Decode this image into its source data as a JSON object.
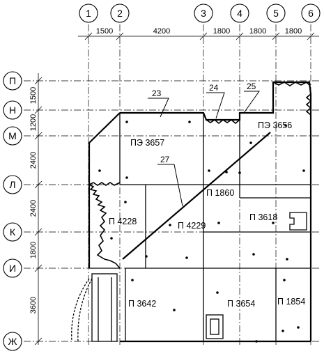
{
  "axes": {
    "columns": [
      "1",
      "2",
      "3",
      "4",
      "5",
      "6"
    ],
    "rows": [
      "П",
      "Н",
      "М",
      "Л",
      "К",
      "И",
      "Ж"
    ]
  },
  "dimensions": {
    "horizontal": [
      "1500",
      "4200",
      "1800",
      "1800",
      "1800"
    ],
    "vertical": [
      "1500",
      "1200",
      "2400",
      "2400",
      "1800",
      "3600"
    ]
  },
  "rooms": [
    {
      "id": "r1",
      "label": "ПЭ 3657"
    },
    {
      "id": "r2",
      "label": "ПЭ 3656"
    },
    {
      "id": "r3",
      "label": "П 1860"
    },
    {
      "id": "r4",
      "label": "П 4228"
    },
    {
      "id": "r5",
      "label": "П 4229"
    },
    {
      "id": "r6",
      "label": "П 3618"
    },
    {
      "id": "r7",
      "label": "П 3642"
    },
    {
      "id": "r8",
      "label": "П 3654"
    },
    {
      "id": "r9",
      "label": "П 1854"
    }
  ],
  "callouts": [
    "23",
    "24",
    "25",
    "27"
  ]
}
